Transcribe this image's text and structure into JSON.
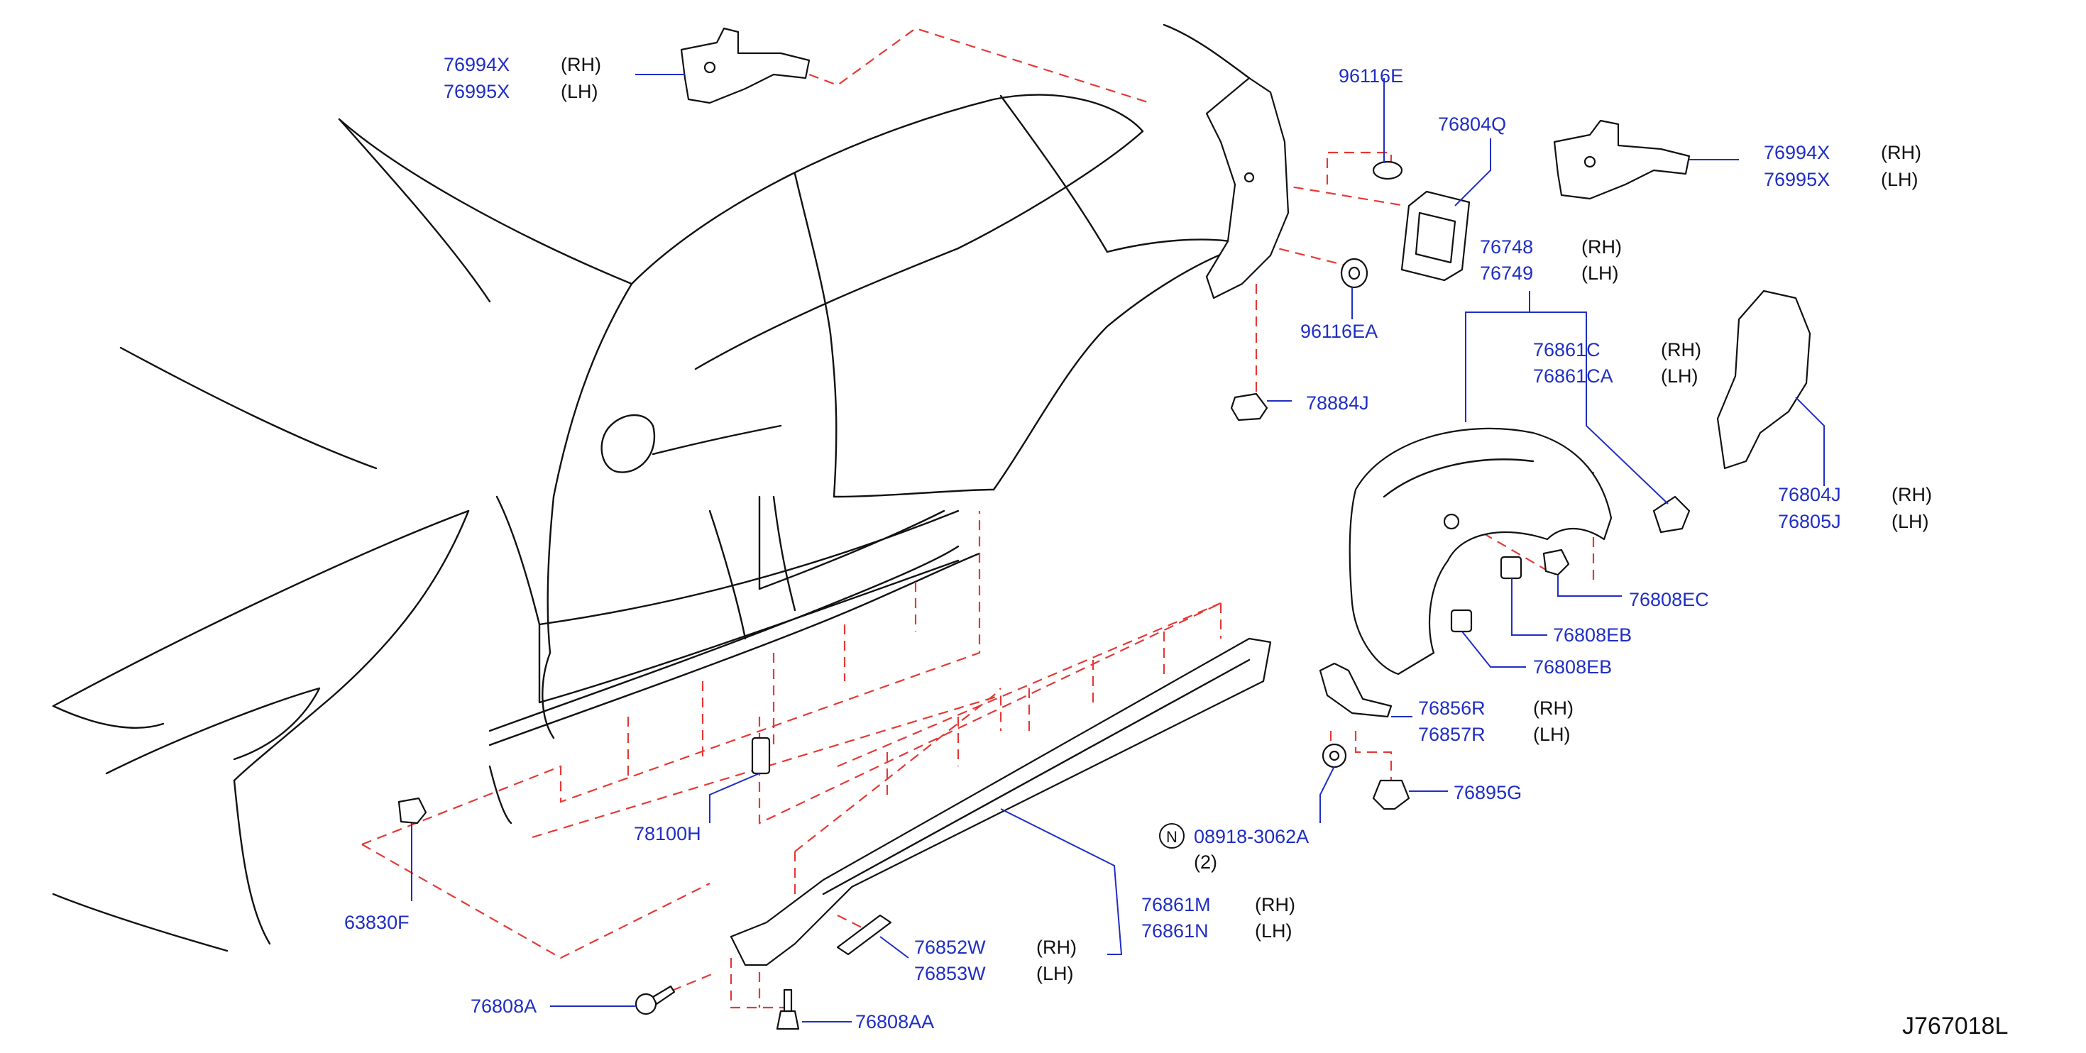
{
  "diagram_ref": "J767018L",
  "callouts": {
    "bracket_front": {
      "part_rh": "76994X",
      "part_lh": "76995X",
      "rh": "(RH)",
      "lh": "(LH)"
    },
    "bracket_rear": {
      "part_rh": "76994X",
      "part_lh": "76995X",
      "rh": "(RH)",
      "lh": "(LH)"
    },
    "grommet_96116E": "96116E",
    "vent_76804Q": "76804Q",
    "grommet_96116EA": "96116EA",
    "clip_78884J": "78884J",
    "protector_76748": {
      "part_rh": "76748",
      "part_lh": "76749",
      "rh": "(RH)",
      "lh": "(LH)"
    },
    "clip_76861C": {
      "part_rh": "76861C",
      "part_lh": "76861CA",
      "rh": "(RH)",
      "lh": "(LH)"
    },
    "guard_76804J": {
      "part_rh": "76804J",
      "part_lh": "76805J",
      "rh": "(RH)",
      "lh": "(LH)"
    },
    "clip_76808EC": "76808EC",
    "clip_76808EB_1": "76808EB",
    "clip_76808EB_2": "76808EB",
    "mud_76856R": {
      "part_rh": "76856R",
      "part_lh": "76857R",
      "rh": "(RH)",
      "lh": "(LH)"
    },
    "clip_76895G": "76895G",
    "nut_08918": {
      "symbol": "N",
      "part": "08918-3062A",
      "qty": "(2)"
    },
    "clip_78100H": "78100H",
    "clip_63830F": "63830F",
    "sill_76861M": {
      "part_rh": "76861M",
      "part_lh": "76861N",
      "rh": "(RH)",
      "lh": "(LH)"
    },
    "seal_76852W": {
      "part_rh": "76852W",
      "part_lh": "76853W",
      "rh": "(RH)",
      "lh": "(LH)"
    },
    "screw_76808A": "76808A",
    "screw_76808AA": "76808AA"
  }
}
